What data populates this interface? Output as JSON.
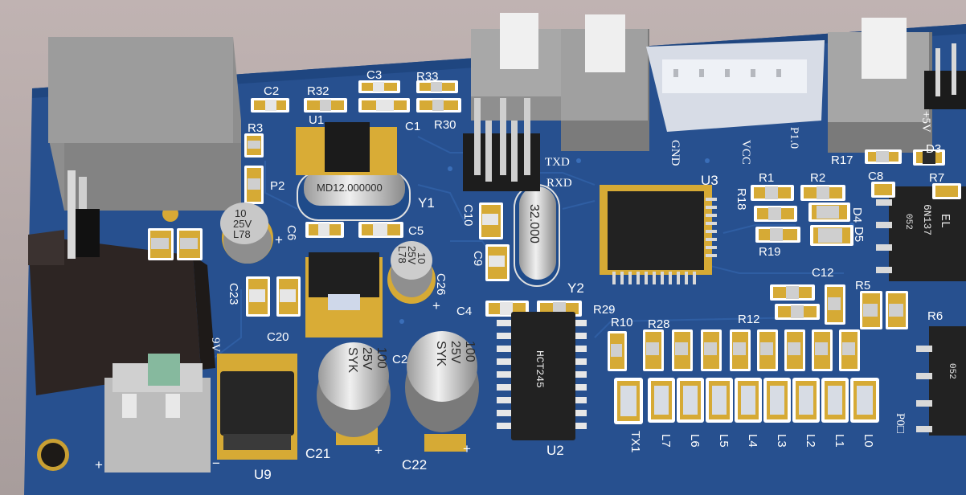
{
  "colors": {
    "background": "#b4a9a7",
    "pcb": "#27508f",
    "pcb_dark": "#1d3f76",
    "pad": "#e2b53a",
    "silkscreen": "#ffffff",
    "chip": "#232323"
  },
  "labels": {
    "c2": "C2",
    "r32": "R32",
    "c3": "C3",
    "r33": "R33",
    "u1": "U1",
    "c1": "C1",
    "r30": "R30",
    "r3": "R3",
    "p2": "P2",
    "c6": "C6",
    "c5": "C5",
    "c26": "C26",
    "y1": "Y1",
    "c23": "C23",
    "c20": "C20",
    "c21": "C21",
    "c22": "C22",
    "u9": "U9",
    "c24": "C2",
    "c10": "C10",
    "c9": "C9",
    "y2": "Y2",
    "c4": "C4",
    "r29": "R29",
    "u2": "U2",
    "txd": "TXD",
    "rxd": "RXD",
    "u3": "U3",
    "gnd": "GND",
    "vcc": "VCC",
    "p10": "P1.0",
    "r1": "R1",
    "r2": "R2",
    "r18": "R18",
    "d4": "D4",
    "d5": "D5",
    "r19": "R19",
    "c12": "C12",
    "r5": "R5",
    "r6": "R6",
    "r17": "R17",
    "c8": "C8",
    "r7": "R7",
    "d3": "D3",
    "plus5v": "+5V",
    "r10": "R10",
    "r28": "R28",
    "r12": "R12",
    "tx1": "TX1",
    "l7": "L7",
    "l6": "L6",
    "l5": "L5",
    "l4": "L4",
    "l3": "L3",
    "l2": "L2",
    "l1": "L1",
    "l0": "L0",
    "p0": "P0□",
    "v9": "9V",
    "plus": "+",
    "minus": "−"
  },
  "components": {
    "crystal_y1": "MD12.000000",
    "crystal_y2": "32.000",
    "cap_small_a": [
      "10",
      "25V",
      "L78"
    ],
    "cap_small_b": [
      "10",
      "25V",
      "L78"
    ],
    "cap_big_a": [
      "100",
      "25V",
      "SYK"
    ],
    "cap_big_b": [
      "100",
      "25V",
      "SYK"
    ],
    "chip_u2": "HCT245",
    "opto_a": [
      "EL",
      "6N137",
      "052"
    ],
    "opto_b": "052"
  }
}
